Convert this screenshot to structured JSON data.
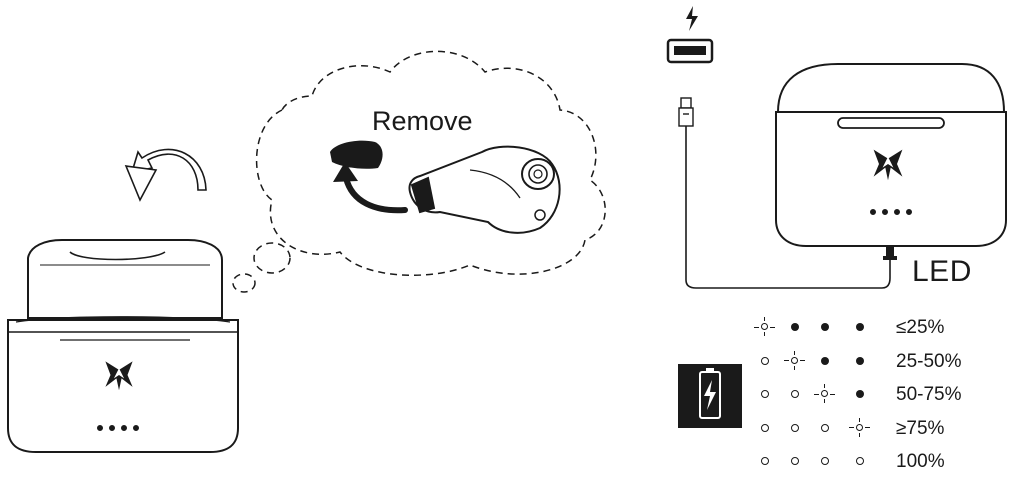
{
  "labels": {
    "remove": "Remove",
    "led": "LED"
  },
  "icons": {
    "charge_bolt": "lightning-bolt-icon",
    "usb_port": "usb-port-icon",
    "usb_plug": "usb-plug-icon",
    "battery_charging": "battery-charging-icon",
    "brand_logo": "butterfly-logo-icon",
    "rotate_arrow": "curved-arrow-icon",
    "remove_arrow": "curved-arrow-icon"
  },
  "battery_legend": {
    "states": {
      "blink": "blinking",
      "on": "solid-on",
      "off": "off"
    },
    "rows": [
      {
        "label": "≤25%",
        "leds": [
          "blink",
          "on",
          "on",
          "on"
        ]
      },
      {
        "label": "25-50%",
        "leds": [
          "off",
          "blink",
          "on",
          "on"
        ]
      },
      {
        "label": "50-75%",
        "leds": [
          "off",
          "off",
          "blink",
          "on"
        ]
      },
      {
        "label": "≥75%",
        "leds": [
          "off",
          "off",
          "off",
          "blink"
        ]
      },
      {
        "label": "100%",
        "leds": [
          "off",
          "off",
          "off",
          "off"
        ]
      }
    ]
  },
  "colors": {
    "ink": "#1a1a1a",
    "background": "#ffffff"
  }
}
